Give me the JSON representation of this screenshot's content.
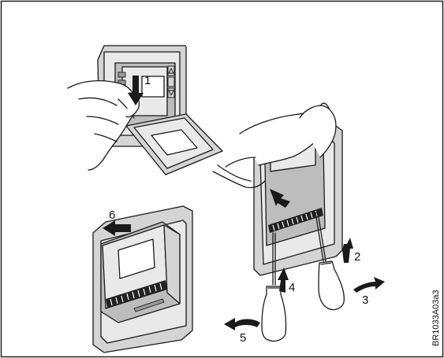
{
  "figure": {
    "document_ref": "BR1033A03a3",
    "steps": [
      {
        "number": "1",
        "name": "step-1"
      },
      {
        "number": "2",
        "name": "step-2"
      },
      {
        "number": "3",
        "name": "step-3"
      },
      {
        "number": "4",
        "name": "step-4"
      },
      {
        "number": "5",
        "name": "step-5"
      },
      {
        "number": "6",
        "name": "step-6"
      }
    ]
  },
  "icons": [
    "pull-down-arrow-icon",
    "screwdriver-icon",
    "hand-icon",
    "rotate-arrow-icon"
  ]
}
